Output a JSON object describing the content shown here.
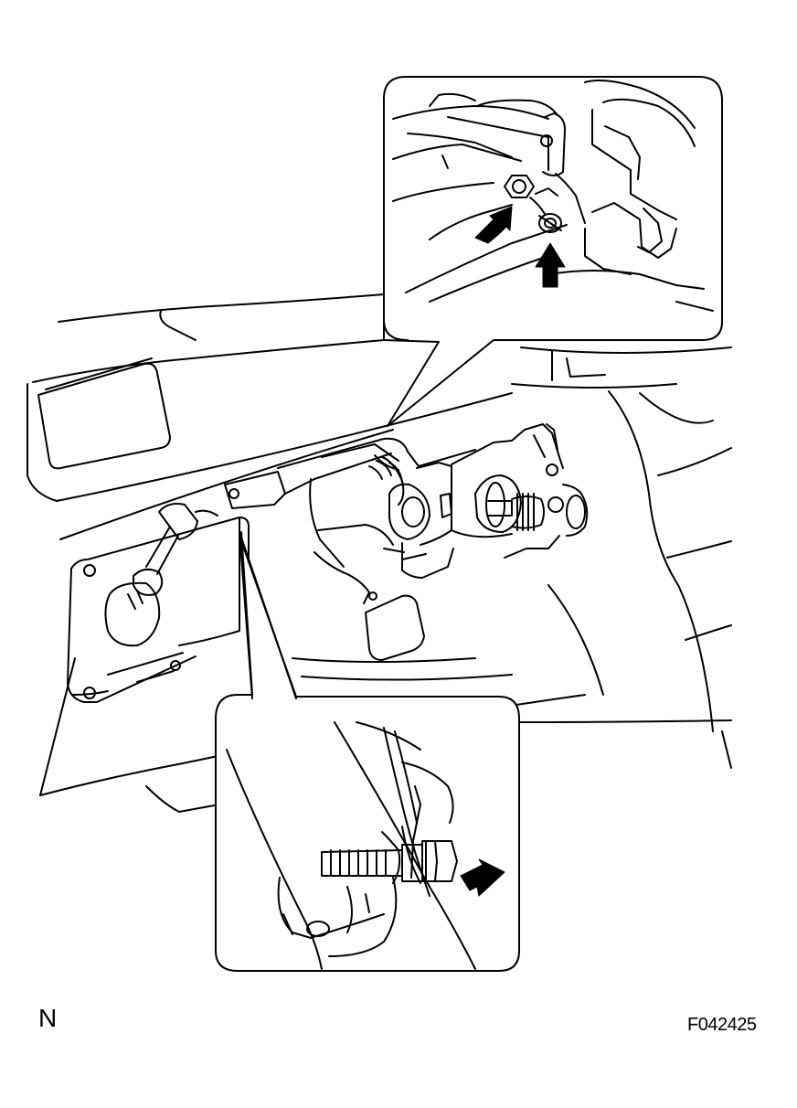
{
  "figure": {
    "view_label": "N",
    "figure_code": "F042425",
    "colors": {
      "line": "#000000",
      "background": "#ffffff",
      "arrow": "#000000"
    },
    "callouts": [
      {
        "name": "upper-detail-inset",
        "arrow_count": 2
      },
      {
        "name": "lower-detail-inset",
        "arrow_count": 1
      }
    ]
  }
}
